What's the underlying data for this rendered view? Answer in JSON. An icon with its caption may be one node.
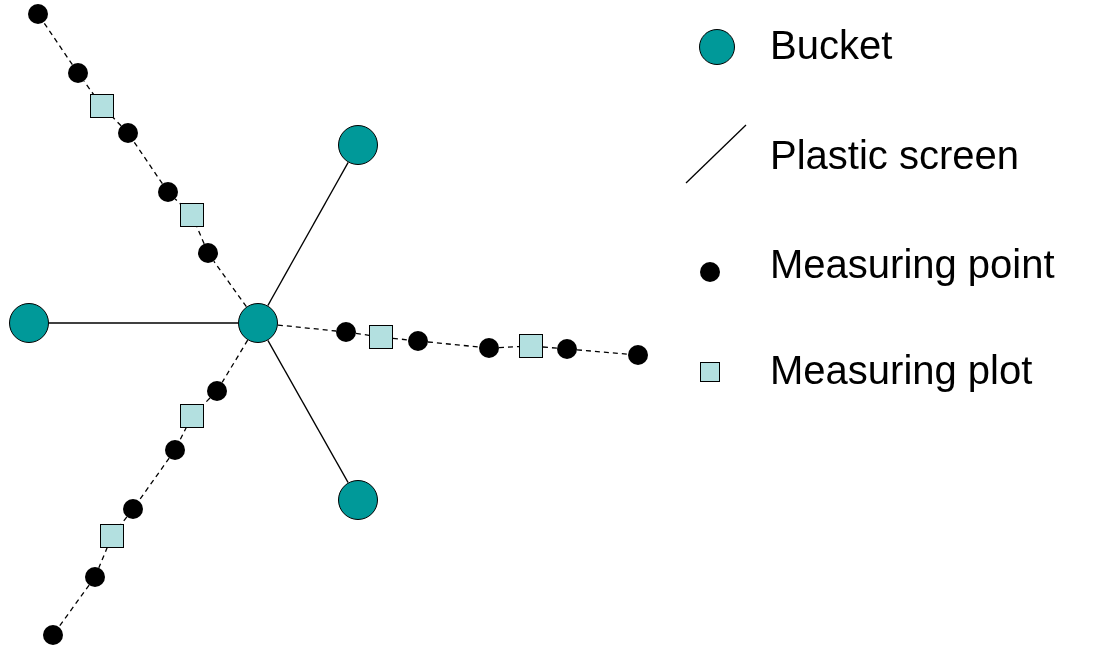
{
  "diagram": {
    "nodes": [
      {
        "text": [],
        "shape": "circle"
      },
      {
        "text": [],
        "shape": "circle"
      },
      {
        "text": [],
        "shape": "circle"
      },
      {
        "text": [],
        "shape": "circle"
      },
      {
        "text": [],
        "shape": "dot"
      },
      {
        "text": [],
        "shape": "box"
      },
      {
        "text": [],
        "shape": "dot"
      },
      {
        "text": [],
        "shape": "dot"
      },
      {
        "text": [],
        "shape": "box"
      },
      {
        "text": [],
        "shape": "dot"
      },
      {
        "text": [],
        "shape": "dot"
      },
      {
        "text": [],
        "shape": "dot"
      },
      {
        "text": [],
        "shape": "box"
      },
      {
        "text": [],
        "shape": "dot"
      },
      {
        "text": [],
        "shape": "dot"
      },
      {
        "text": [],
        "shape": "box"
      },
      {
        "text": [],
        "shape": "dot"
      },
      {
        "text": [],
        "shape": "dot"
      },
      {
        "text": [],
        "shape": "dot"
      },
      {
        "text": [],
        "shape": "box"
      },
      {
        "text": [],
        "shape": "dot"
      },
      {
        "text": [],
        "shape": "dot"
      },
      {
        "text": [],
        "shape": "box"
      },
      {
        "text": [],
        "shape": "dot"
      },
      {
        "text": [],
        "shape": "dot"
      }
    ],
    "edges": [
      {
        "from": 0,
        "to": 1,
        "arrow": "none"
      },
      {
        "from": 0,
        "to": 2,
        "arrow": "none"
      },
      {
        "from": 0,
        "to": 3,
        "arrow": "none"
      },
      {
        "from": 0,
        "to": 4,
        "arrow": "none",
        "style": "dashed"
      },
      {
        "from": 4,
        "to": 5,
        "arrow": "none",
        "style": "dashed"
      },
      {
        "from": 5,
        "to": 6,
        "arrow": "none",
        "style": "dashed"
      },
      {
        "from": 6,
        "to": 7,
        "arrow": "none",
        "style": "dashed"
      },
      {
        "from": 7,
        "to": 8,
        "arrow": "none",
        "style": "dashed"
      },
      {
        "from": 8,
        "to": 9,
        "arrow": "none",
        "style": "dashed"
      },
      {
        "from": 9,
        "to": 10,
        "arrow": "none",
        "style": "dashed"
      },
      {
        "from": 0,
        "to": 11,
        "arrow": "none",
        "style": "dashed"
      },
      {
        "from": 11,
        "to": 12,
        "arrow": "none",
        "style": "dashed"
      },
      {
        "from": 12,
        "to": 13,
        "arrow": "none",
        "style": "dashed"
      },
      {
        "from": 13,
        "to": 14,
        "arrow": "none",
        "style": "dashed"
      },
      {
        "from": 14,
        "to": 15,
        "arrow": "none",
        "style": "dashed"
      },
      {
        "from": 15,
        "to": 16,
        "arrow": "none",
        "style": "dashed"
      },
      {
        "from": 16,
        "to": 17,
        "arrow": "none",
        "style": "dashed"
      },
      {
        "from": 0,
        "to": 18,
        "arrow": "none",
        "style": "dashed"
      },
      {
        "from": 18,
        "to": 19,
        "arrow": "none",
        "style": "dashed"
      },
      {
        "from": 19,
        "to": 20,
        "arrow": "none",
        "style": "dashed"
      },
      {
        "from": 20,
        "to": 21,
        "arrow": "none",
        "style": "dashed"
      },
      {
        "from": 21,
        "to": 22,
        "arrow": "none",
        "style": "dashed"
      },
      {
        "from": 22,
        "to": 23,
        "arrow": "none",
        "style": "dashed"
      },
      {
        "from": 23,
        "to": 24,
        "arrow": "none",
        "style": "dashed"
      }
    ],
    "legend": [
      {
        "text": "Bucket"
      },
      {
        "text": "Plastic screen"
      },
      {
        "text": "Measuring point"
      },
      {
        "text": "Measuring plot"
      }
    ]
  }
}
